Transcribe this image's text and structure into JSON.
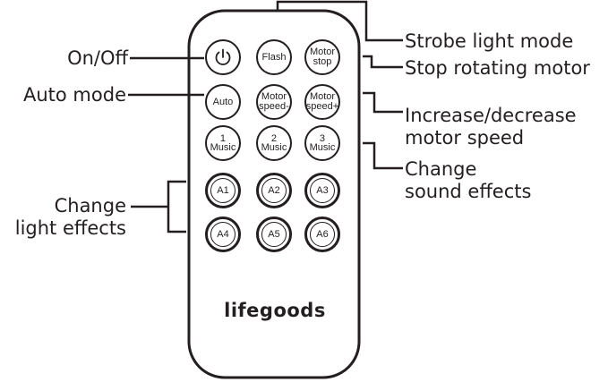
{
  "labels": {
    "on_off": "On/Off",
    "auto_mode": "Auto mode",
    "change_light_line1": "Change",
    "change_light_line2": "light effects",
    "strobe": "Strobe light mode",
    "stop_motor": "Stop rotating motor",
    "speed_line1": "Increase/decrease",
    "speed_line2": "motor speed",
    "sound_line1": "Change",
    "sound_line2": "sound effects"
  },
  "buttons": {
    "power": "power-icon",
    "flash": "Flash",
    "motor_stop": [
      "Motor",
      "stop"
    ],
    "auto": "Auto",
    "speed_down": [
      "Motor",
      "speed-"
    ],
    "speed_up": [
      "Motor",
      "speed+"
    ],
    "music1": [
      "1",
      "Music"
    ],
    "music2": [
      "2",
      "Music"
    ],
    "music3": [
      "3",
      "Music"
    ],
    "a1": "A1",
    "a2": "A2",
    "a3": "A3",
    "a4": "A4",
    "a5": "A5",
    "a6": "A6"
  },
  "brand": "lifegoods",
  "colors": {
    "ink": "#231f20",
    "background": "#ffffff"
  }
}
